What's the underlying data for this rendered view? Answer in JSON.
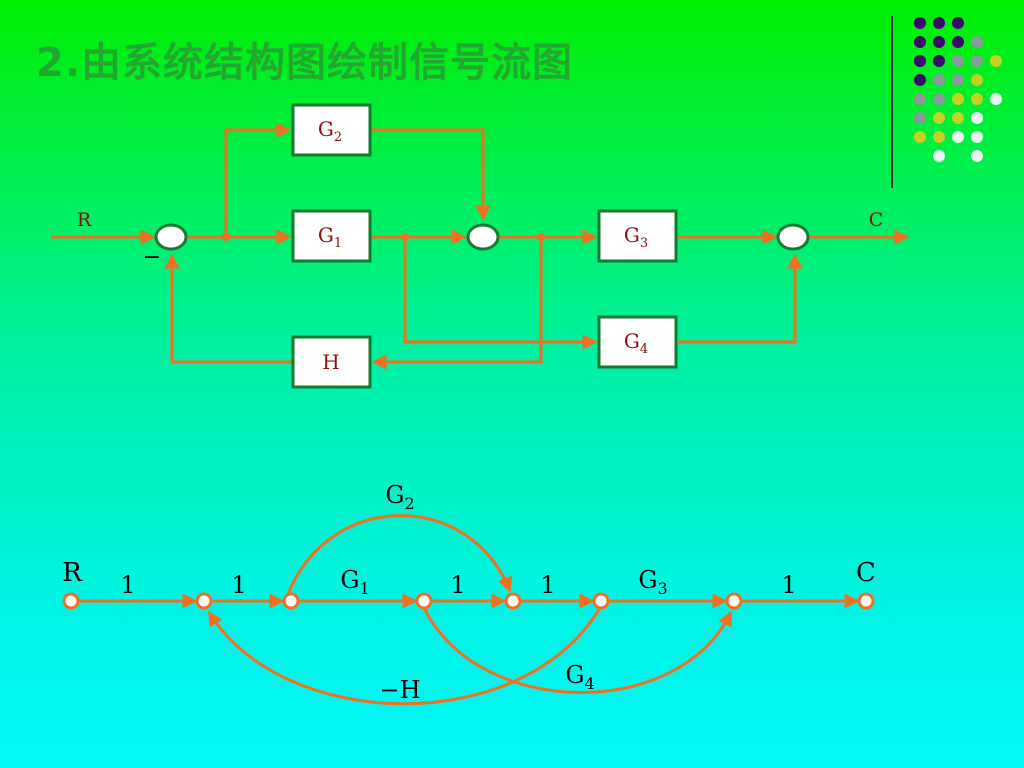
{
  "title": "2.由系统结构图绘制信号流图",
  "block_diagram": {
    "input": "R",
    "output": "C",
    "minus_sign": "−",
    "blocks": {
      "G1": "G",
      "G1_sub": "1",
      "G2": "G",
      "G2_sub": "2",
      "G3": "G",
      "G3_sub": "3",
      "G4": "G",
      "G4_sub": "4",
      "H": "H"
    }
  },
  "signal_flow_graph": {
    "nodes": [
      "R",
      "C"
    ],
    "branches": {
      "b1": "1",
      "b2": "1",
      "g1": "G",
      "g1_sub": "1",
      "b3": "1",
      "b4": "1",
      "g3": "G",
      "g3_sub": "3",
      "b5": "1",
      "g2": "G",
      "g2_sub": "2",
      "g4": "G",
      "g4_sub": "4",
      "neg_h": "−H"
    }
  },
  "colors": {
    "wire": "#f07020",
    "block_border": "#157a30",
    "dot_purple": "#3a0a6a",
    "dot_gray": "#8a9a9a",
    "dot_yellow": "#c8d020",
    "dot_white": "#e8f4f4"
  }
}
